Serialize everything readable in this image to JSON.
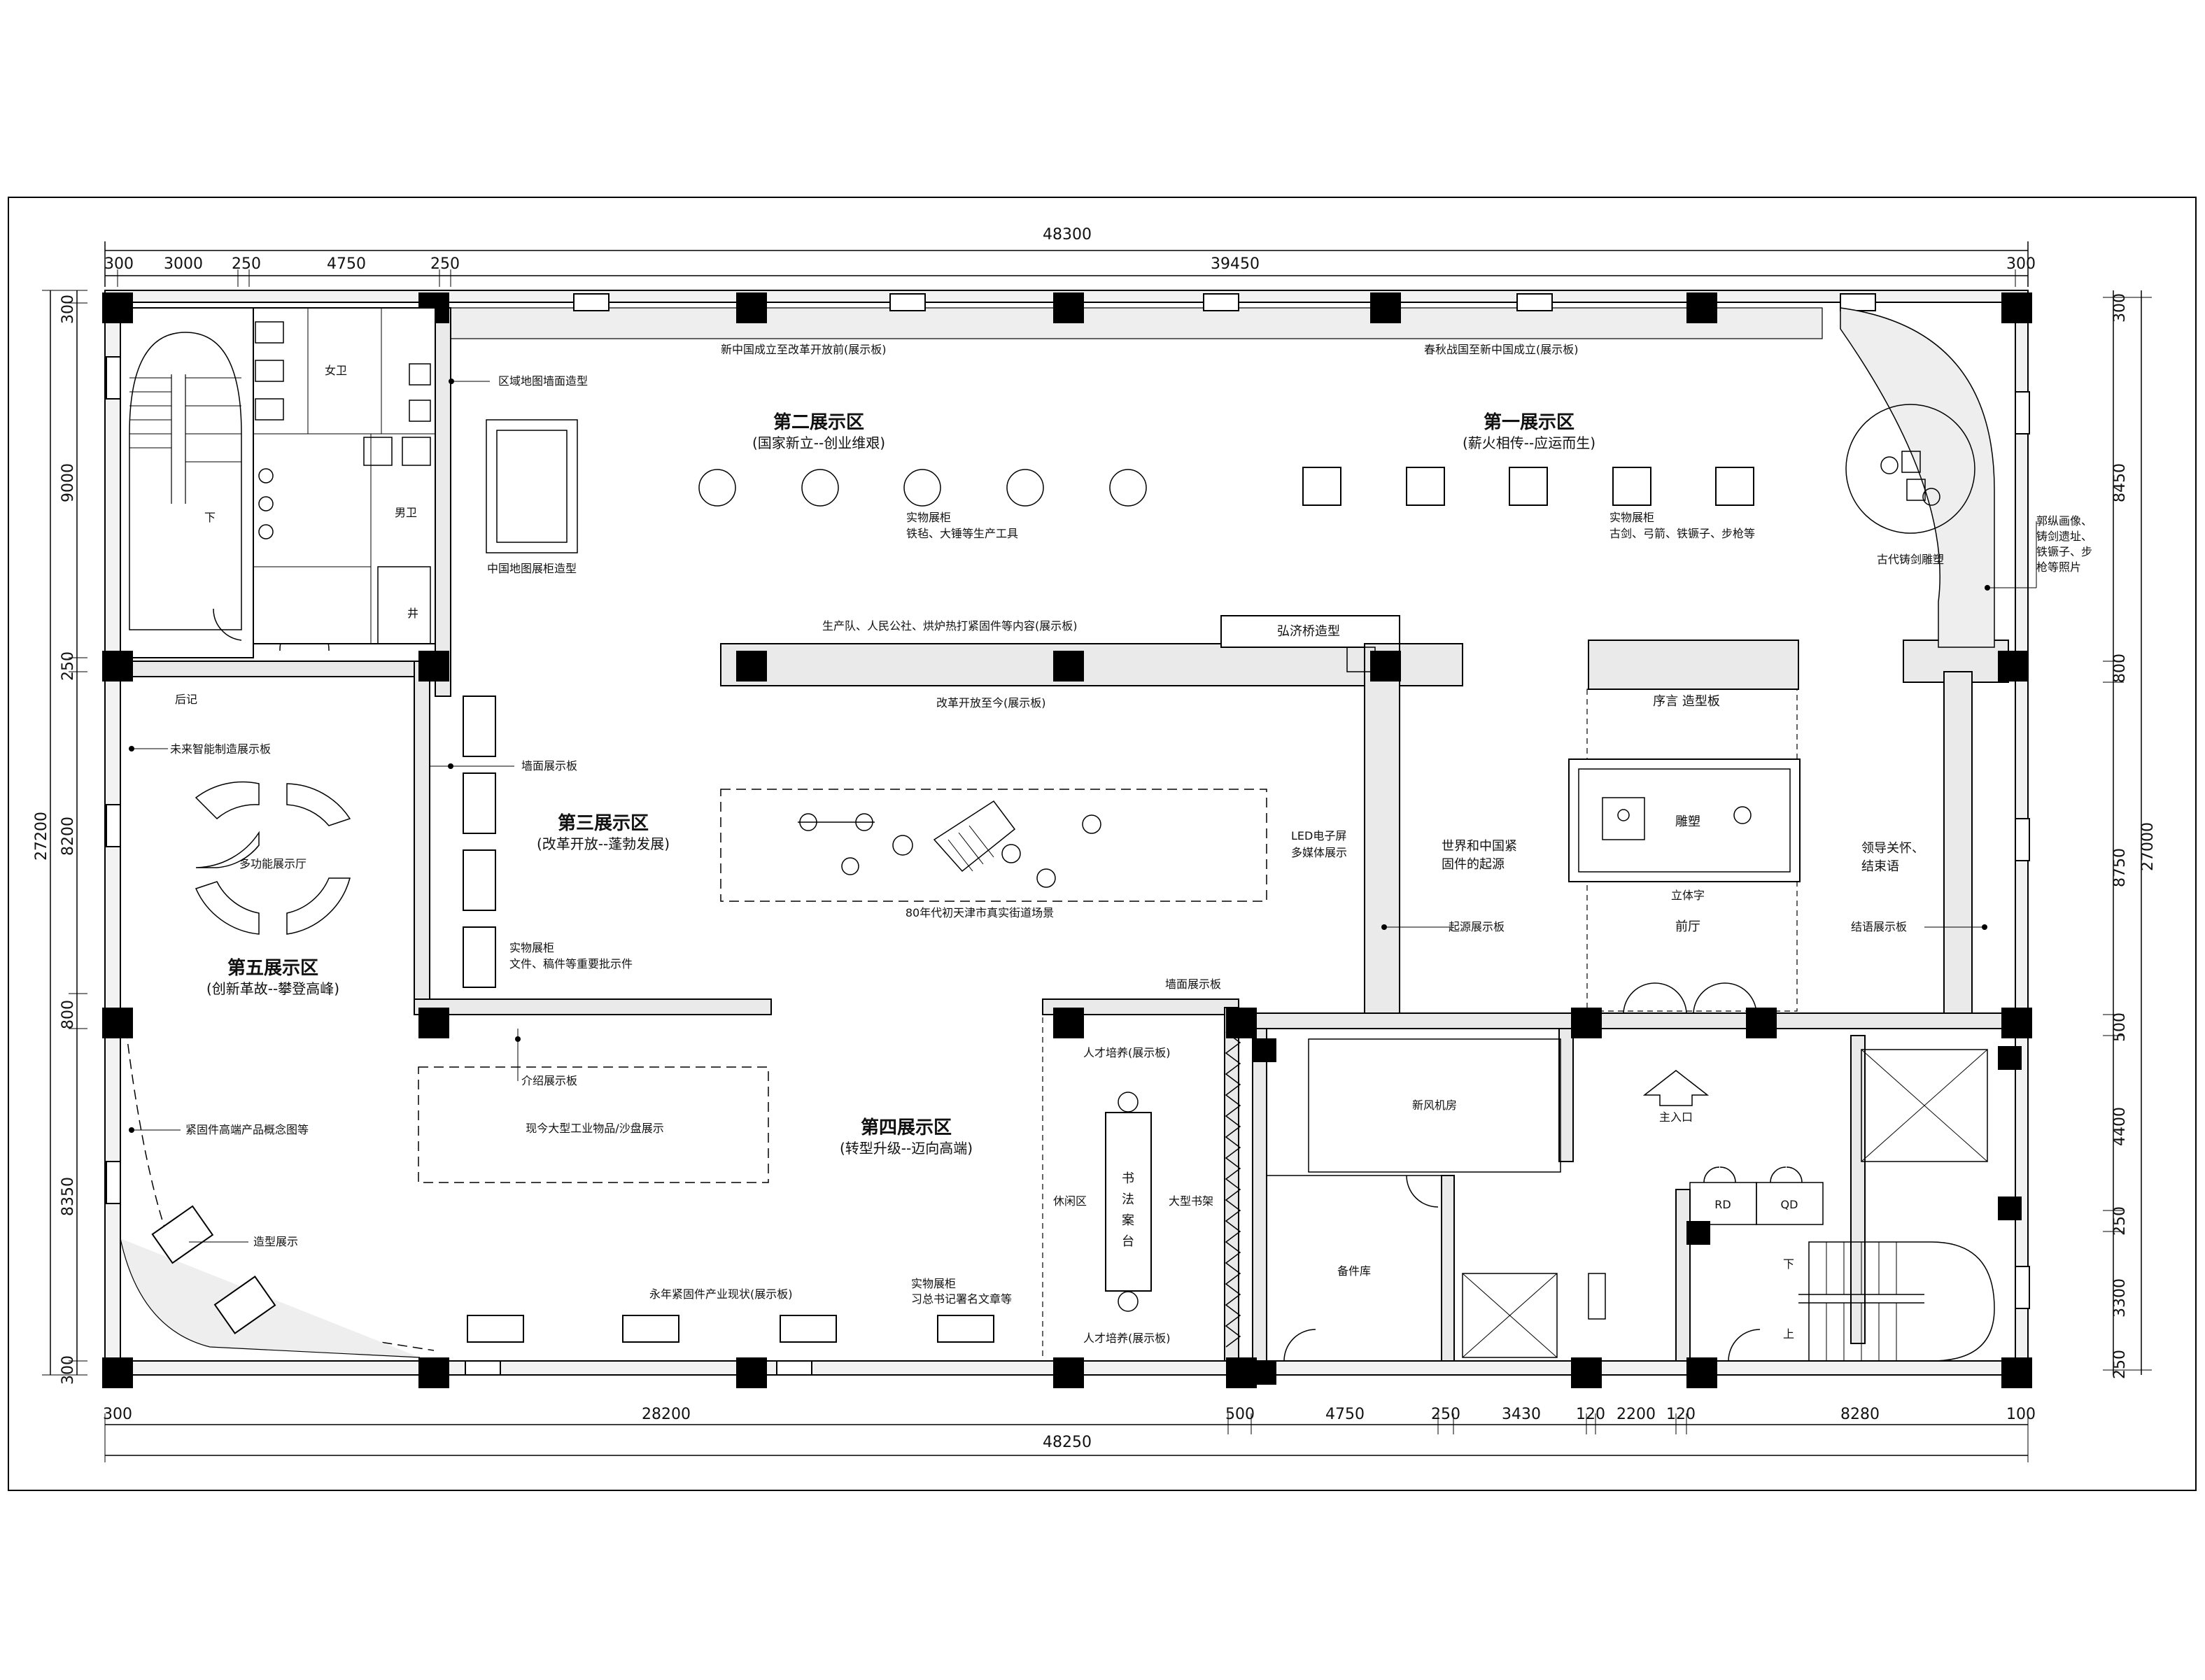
{
  "dimensions": {
    "top_total": "48300",
    "top_segments": [
      "300",
      "3000",
      "250",
      "4750",
      "250",
      "39450",
      "300"
    ],
    "bottom_segments": [
      "300",
      "28200",
      "500",
      "4750",
      "250",
      "3430",
      "120",
      "2200",
      "120",
      "8280",
      "100"
    ],
    "bottom_total": "48250",
    "left_segments": [
      "300",
      "9000",
      "250",
      "8200",
      "800",
      "8350",
      "300"
    ],
    "left_total": "27200",
    "right_segments": [
      "300",
      "8450",
      "800",
      "8750",
      "500",
      "4400",
      "250",
      "3300",
      "250"
    ],
    "right_total": "27000"
  },
  "zones": {
    "zone1": {
      "title": "第一展示区",
      "subtitle": "(薪火相传--应运而生)"
    },
    "zone2": {
      "title": "第二展示区",
      "subtitle": "(国家新立--创业维艰)"
    },
    "zone3": {
      "title": "第三展示区",
      "subtitle": "(改革开放--蓬勃发展)"
    },
    "zone4": {
      "title": "第四展示区",
      "subtitle": "(转型升级--迈向高端)"
    },
    "zone5": {
      "title": "第五展示区",
      "subtitle": "(创新革故--攀登高峰)"
    }
  },
  "labels": {
    "board_top_left": "新中国成立至改革开放前(展示板)",
    "board_top_right": "春秋战国至新中国成立(展示板)",
    "cabinet1_title": "实物展柜",
    "cabinet1_desc": "铁毡、大锤等生产工具",
    "cabinet2_title": "实物展柜",
    "cabinet2_desc": "古剑、弓箭、铁镢子、步枪等",
    "ancient_sculpture": "古代铸剑雕塑",
    "guo_note_1": "郭纵画像、",
    "guo_note_2": "铸剑遗址、",
    "guo_note_3": "铁镢子、步",
    "guo_note_4": "枪等照片",
    "region_map_wall": "区域地图墙面造型",
    "china_map_cabinet": "中国地图展柜造型",
    "female_wc": "女卫",
    "male_wc": "男卫",
    "shaft": "井",
    "down": "下",
    "postscript": "后记",
    "mid_board": "生产队、人民公社、烘炉热打紧固件等内容(展示板)",
    "bridge": "弘济桥造型",
    "reform_board": "改革开放至今(展示板)",
    "preface": "序言 造型板",
    "wall_board": "墙面展示板",
    "future_board": "未来智能制造展示板",
    "multi_hall": "多功能展示厅",
    "scene_80s": "80年代初天津市真实街道场景",
    "led_1": "LED电子屏",
    "led_2": "多媒体展示",
    "origin_1": "世界和中国紧",
    "origin_2": "固件的起源",
    "origin_board": "起源展示板",
    "sculpture": "雕塑",
    "solid_text": "立体字",
    "lobby": "前厅",
    "leader_1": "领导关怀、",
    "leader_2": "结束语",
    "ending_board": "结语展示板",
    "cabinet3_title": "实物展柜",
    "cabinet3_desc": "文件、稿件等重要批示件",
    "wall_board2": "墙面展示板",
    "intro_board": "介绍展示板",
    "large_items": "现今大型工业物品/沙盘展示",
    "talent_top": "人才培养(展示板)",
    "talent_bottom": "人才培养(展示板)",
    "leisure": "休闲区",
    "calligraphy": "书法案台",
    "bookshelf": "大型书架",
    "fresh_air": "新风机房",
    "entrance": "主入口",
    "storage": "备件库",
    "rd": "RD",
    "qd": "QD",
    "high_end": "紧固件高端产品概念图等",
    "model_show": "造型展示",
    "industry_board": "永年紧固件产业现状(展示板)",
    "cabinet4_title": "实物展柜",
    "cabinet4_desc": "习总书记署名文章等",
    "down2": "下",
    "up": "上"
  }
}
